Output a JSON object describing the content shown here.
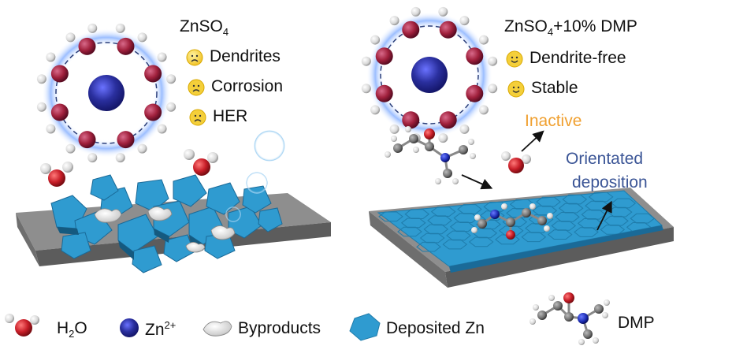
{
  "left_panel": {
    "title": {
      "main": "ZnSO",
      "sub": "4"
    },
    "issues": [
      {
        "label": "Dendrites",
        "icon": "sad-face-icon"
      },
      {
        "label": "Corrosion",
        "icon": "sad-face-icon"
      },
      {
        "label": "HER",
        "icon": "sad-face-icon"
      }
    ]
  },
  "right_panel": {
    "title": {
      "main": "ZnSO",
      "sub": "4",
      "suffix": "+10% DMP"
    },
    "benefits": [
      {
        "label": "Dendrite-free",
        "icon": "happy-face-icon"
      },
      {
        "label": "Stable",
        "icon": "happy-face-icon"
      }
    ],
    "annotation_inactive": "Inactive",
    "annotation_orientated_line1": "Orientated",
    "annotation_orientated_line2": "deposition"
  },
  "legend": {
    "water": {
      "main": "H",
      "sub": "2",
      "rest": "O"
    },
    "zinc_ion": {
      "main": "Zn",
      "sup": "2+"
    },
    "byproducts": "Byproducts",
    "deposited": "Deposited Zn",
    "dmp": "DMP"
  },
  "colors": {
    "substrate_top": "#8a8a8a",
    "substrate_side": "#5a5a5a",
    "deposit_blue": "#2f9bd0",
    "zinc_ion": "#2a2f9e",
    "oxygen_red": "#d0202a",
    "solvation_glow": "#7aa8ff",
    "inactive_text": "#f0a030",
    "orientated_text": "#3b5596"
  }
}
